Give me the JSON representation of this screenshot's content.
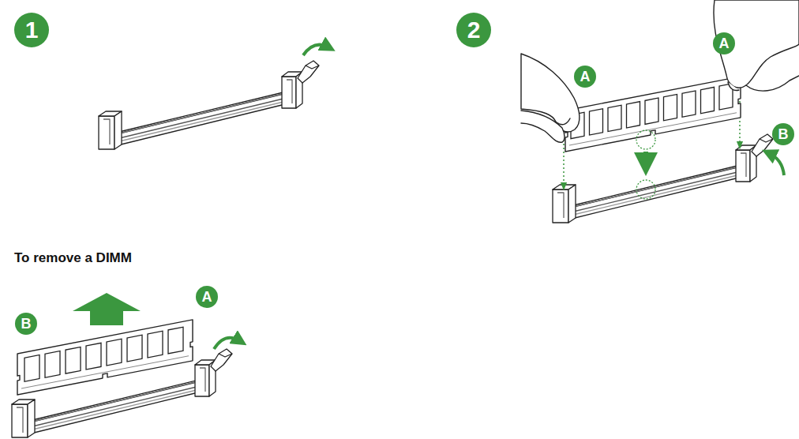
{
  "diagram": {
    "nodes": [
      {
        "text": [
          "1"
        ]
      },
      {
        "text": [
          "2"
        ]
      },
      {
        "text": [
          "A"
        ]
      },
      {
        "text": [
          "A"
        ]
      },
      {
        "text": [
          "B"
        ]
      },
      {
        "text": [
          "A"
        ]
      },
      {
        "text": [
          "B"
        ]
      }
    ],
    "labels": [
      "To remove a DIMM"
    ]
  }
}
